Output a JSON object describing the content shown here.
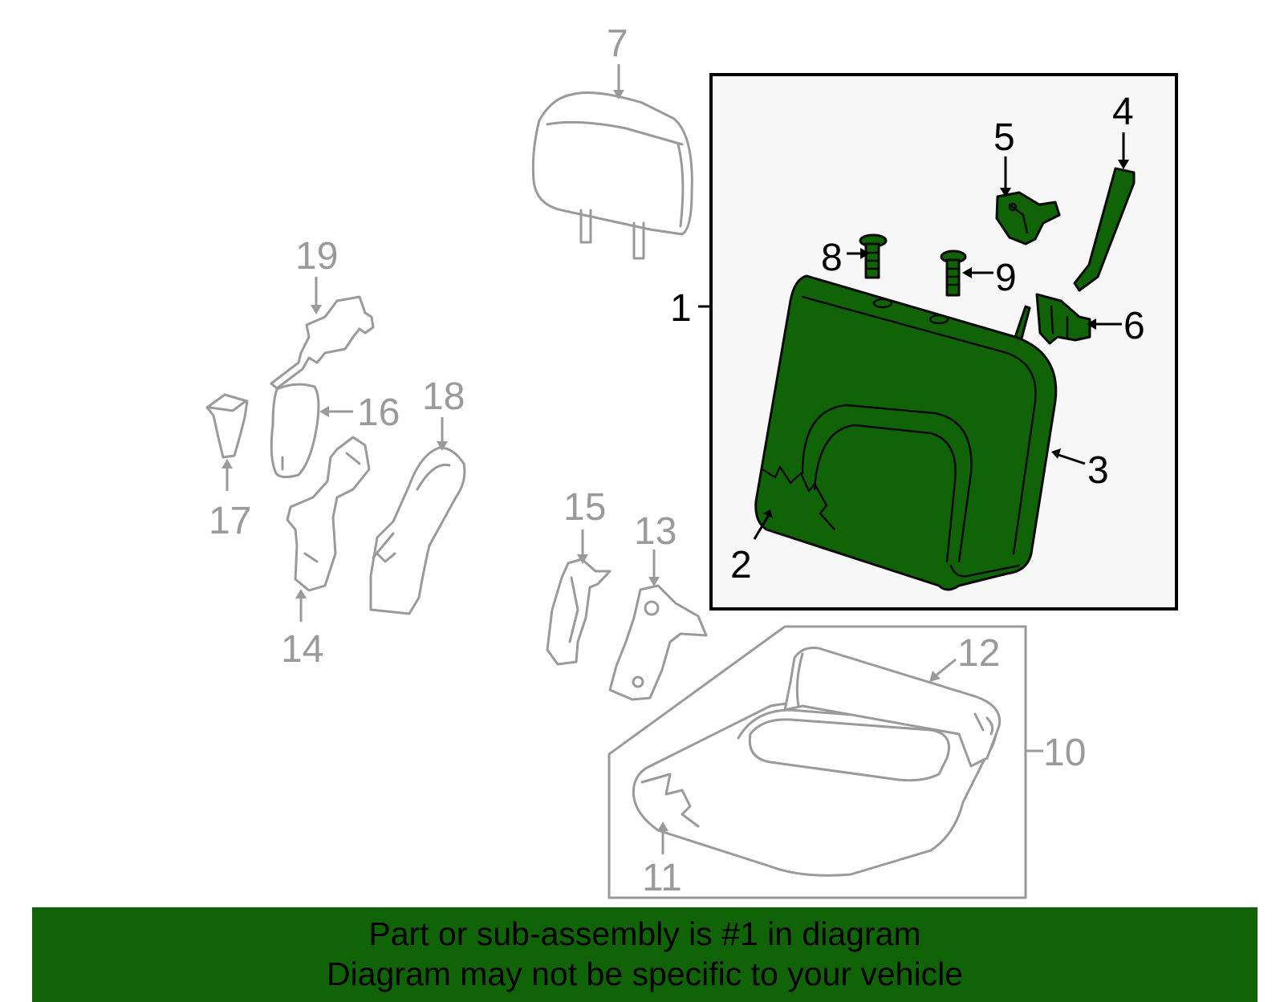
{
  "callouts": [
    {
      "id": "1",
      "text": "1"
    },
    {
      "id": "2",
      "text": "2"
    },
    {
      "id": "3",
      "text": "3"
    },
    {
      "id": "4",
      "text": "4"
    },
    {
      "id": "5",
      "text": "5"
    },
    {
      "id": "6",
      "text": "6"
    },
    {
      "id": "7",
      "text": "7"
    },
    {
      "id": "8",
      "text": "8"
    },
    {
      "id": "9",
      "text": "9"
    },
    {
      "id": "10",
      "text": "10"
    },
    {
      "id": "11",
      "text": "11"
    },
    {
      "id": "12",
      "text": "12"
    },
    {
      "id": "13",
      "text": "13"
    },
    {
      "id": "14",
      "text": "14"
    },
    {
      "id": "15",
      "text": "15"
    },
    {
      "id": "16",
      "text": "16"
    },
    {
      "id": "17",
      "text": "17"
    },
    {
      "id": "18",
      "text": "18"
    },
    {
      "id": "19",
      "text": "19"
    }
  ],
  "banner": {
    "line1": "Part or sub-assembly is #1 in diagram",
    "line2": "Diagram may not be specific to your vehicle",
    "color": "#116307"
  },
  "colors": {
    "highlight": "#116307",
    "other_parts": "#9a9a9a",
    "frame": "#000000"
  }
}
